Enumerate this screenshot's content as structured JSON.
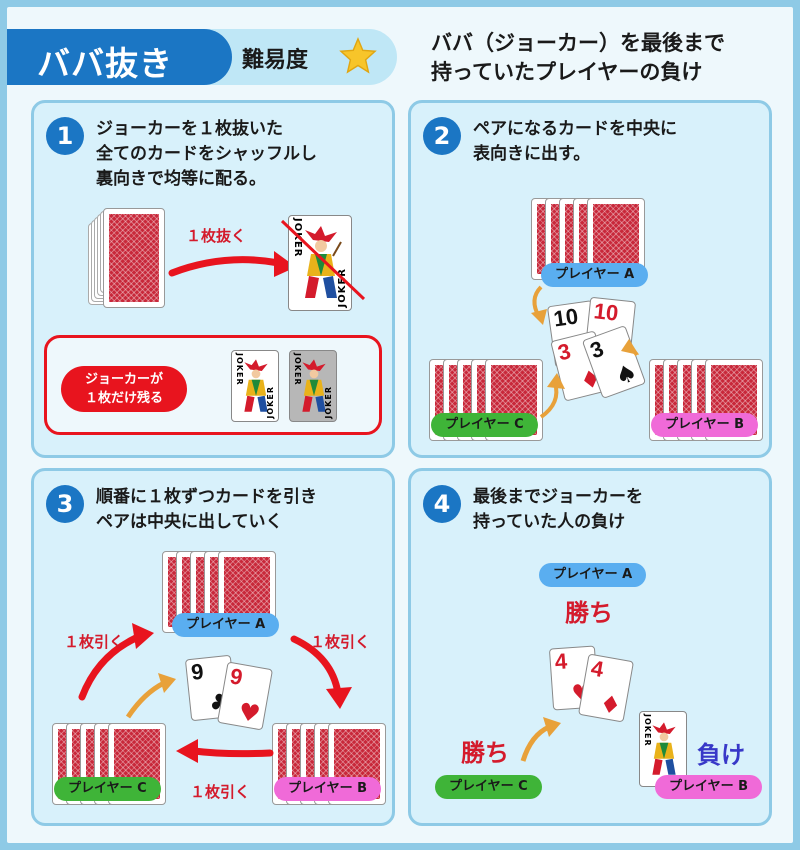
{
  "header": {
    "title": "ババ抜き",
    "difficulty_label": "難易度",
    "difficulty_icon": "star-icon",
    "description_line1": "ババ（ジョーカー）を最後まで",
    "description_line2": "持っていたプレイヤーの負け"
  },
  "colors": {
    "accent": "#1b76c4",
    "panel_bg": "#d8f1fb",
    "card_red": "#c8283a",
    "player_a": "#5aaef0",
    "player_b": "#f06ad8",
    "player_c": "#3fb438",
    "highlight_red": "#e8141e"
  },
  "steps": [
    {
      "number": "1",
      "text": "ジョーカーを１枚抜いた\n全てのカードをシャッフルし\n裏向きで均等に配る。",
      "arrow_label": "１枚抜く",
      "joker_text": "JOKER",
      "note": "ジョーカーが\n１枚だけ残る"
    },
    {
      "number": "2",
      "text": "ペアになるカードを中央に\n表向きに出す。",
      "player_a": "プレイヤー A",
      "player_b": "プレイヤー B",
      "player_c": "プレイヤー C",
      "cards": [
        {
          "rank": "10",
          "suit": "♠"
        },
        {
          "rank": "10",
          "suit": "♦"
        },
        {
          "rank": "3",
          "suit": "♦"
        },
        {
          "rank": "3",
          "suit": "♠"
        }
      ]
    },
    {
      "number": "3",
      "text": "順番に１枚ずつカードを引き\nペアは中央に出していく",
      "player_a": "プレイヤー A",
      "player_b": "プレイヤー B",
      "player_c": "プレイヤー C",
      "draw_label_1": "１枚引く",
      "draw_label_2": "１枚引く",
      "draw_label_3": "１枚引く",
      "cards": [
        {
          "rank": "9",
          "suit": "♣"
        },
        {
          "rank": "9",
          "suit": "♥"
        }
      ]
    },
    {
      "number": "4",
      "text": "最後までジョーカーを\n持っていた人の負け",
      "player_a": "プレイヤー A",
      "player_b": "プレイヤー B",
      "player_c": "プレイヤー C",
      "win_a": "勝ち",
      "win_c": "勝ち",
      "lose_b": "負け",
      "cards": [
        {
          "rank": "4",
          "suit": "♥"
        },
        {
          "rank": "4",
          "suit": "♦"
        }
      ]
    }
  ]
}
